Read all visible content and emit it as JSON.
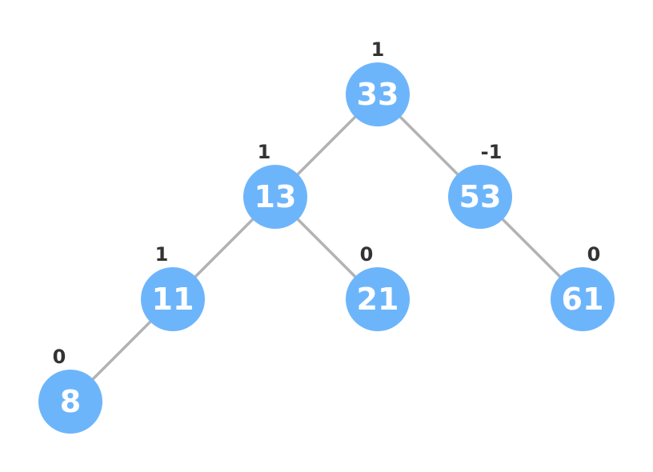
{
  "colors": {
    "node_fill": "#6db5fb",
    "node_text": "#ffffff",
    "edge": "#b3b3b3",
    "label": "#333333",
    "background": "#ffffff"
  },
  "tree": {
    "nodes": [
      {
        "id": "n33",
        "key": "33",
        "balance_factor": "1"
      },
      {
        "id": "n13",
        "key": "13",
        "balance_factor": "1"
      },
      {
        "id": "n53",
        "key": "53",
        "balance_factor": "-1"
      },
      {
        "id": "n11",
        "key": "11",
        "balance_factor": "1"
      },
      {
        "id": "n21",
        "key": "21",
        "balance_factor": "0"
      },
      {
        "id": "n61",
        "key": "61",
        "balance_factor": "0"
      },
      {
        "id": "n8",
        "key": "8",
        "balance_factor": "0"
      }
    ],
    "edges": [
      {
        "from": "n33",
        "to": "n13"
      },
      {
        "from": "n33",
        "to": "n53"
      },
      {
        "from": "n13",
        "to": "n11"
      },
      {
        "from": "n13",
        "to": "n21"
      },
      {
        "from": "n53",
        "to": "n61"
      },
      {
        "from": "n11",
        "to": "n8"
      }
    ]
  }
}
